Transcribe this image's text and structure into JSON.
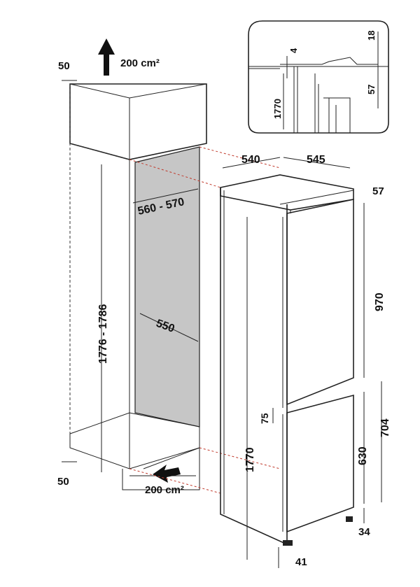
{
  "labels": {
    "top_gap": "50",
    "top_vent": "200 cm²",
    "bottom_gap": "50",
    "bottom_vent": "200 cm²",
    "niche_height": "1776 - 1786",
    "niche_width": "560 - 570",
    "niche_depth": "550",
    "appliance_depth": "540",
    "appliance_width": "545",
    "hinge_offset": "57",
    "upper_door": "970",
    "door_gap": "75",
    "lower_door": "630",
    "lower_total": "704",
    "appliance_height": "1770",
    "plinth": "34",
    "foot": "41",
    "detail_18": "18",
    "detail_4": "4",
    "detail_57": "57",
    "detail_1770": "1770"
  }
}
